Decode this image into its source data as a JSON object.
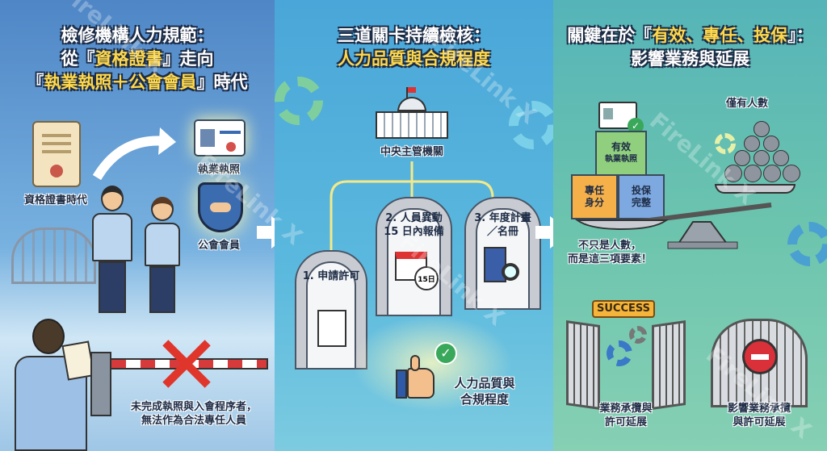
{
  "panel1": {
    "title_line1": "檢修機構人力規範：",
    "title_line2_pre": "從『",
    "title_line2_hl": "資格證書",
    "title_line2_post": "』走向",
    "title_line3_pre": "『",
    "title_line3_hl": "執業執照＋公會會員",
    "title_line3_post": "』時代",
    "certificate_era": "資格證書時代",
    "license": "執業執照",
    "guild_member": "公會會員",
    "warning_line1": "未完成執照與入會程序者，",
    "warning_line2": "無法作為合法專任人員"
  },
  "panel2": {
    "title_line1": "三道關卡持續檢核：",
    "title_line2": "人力品質與合規程度",
    "authority": "中央主管機關",
    "gate1": "1. 申請許可",
    "gate2_line1": "2. 人員異動",
    "gate2_line2": "15 日內報備",
    "gate3_line1": "3. 年度計畫",
    "gate3_line2": "／名冊",
    "stopwatch": "15日",
    "result_line1": "人力品質與",
    "result_line2": "合規程度"
  },
  "panel3": {
    "title_pre": "關鍵在於『",
    "title_hl": "有效、專任、投保",
    "title_post": "』：",
    "title_line2": "影響業務與延展",
    "headcount_only": "僅有人數",
    "cube_valid_line1": "有效",
    "cube_valid_line2": "執業執照",
    "cube_fulltime_line1": "專任",
    "cube_fulltime_line2": "身分",
    "cube_insured_line1": "投保",
    "cube_insured_line2": "完整",
    "note_line1": "不只是人數，",
    "note_line2": "而是這三項要素！",
    "success": "SUCCESS",
    "open_gate_line1": "業務承攬與",
    "open_gate_line2": "許可延展",
    "closed_gate_line1": "影響業務承攬",
    "closed_gate_line2": "與許可延展"
  },
  "watermark": "FireLink X",
  "colors": {
    "highlight": "#ffd84a",
    "outline": "#1d2b45",
    "success": "#f5a623",
    "stop": "#d9303a"
  }
}
